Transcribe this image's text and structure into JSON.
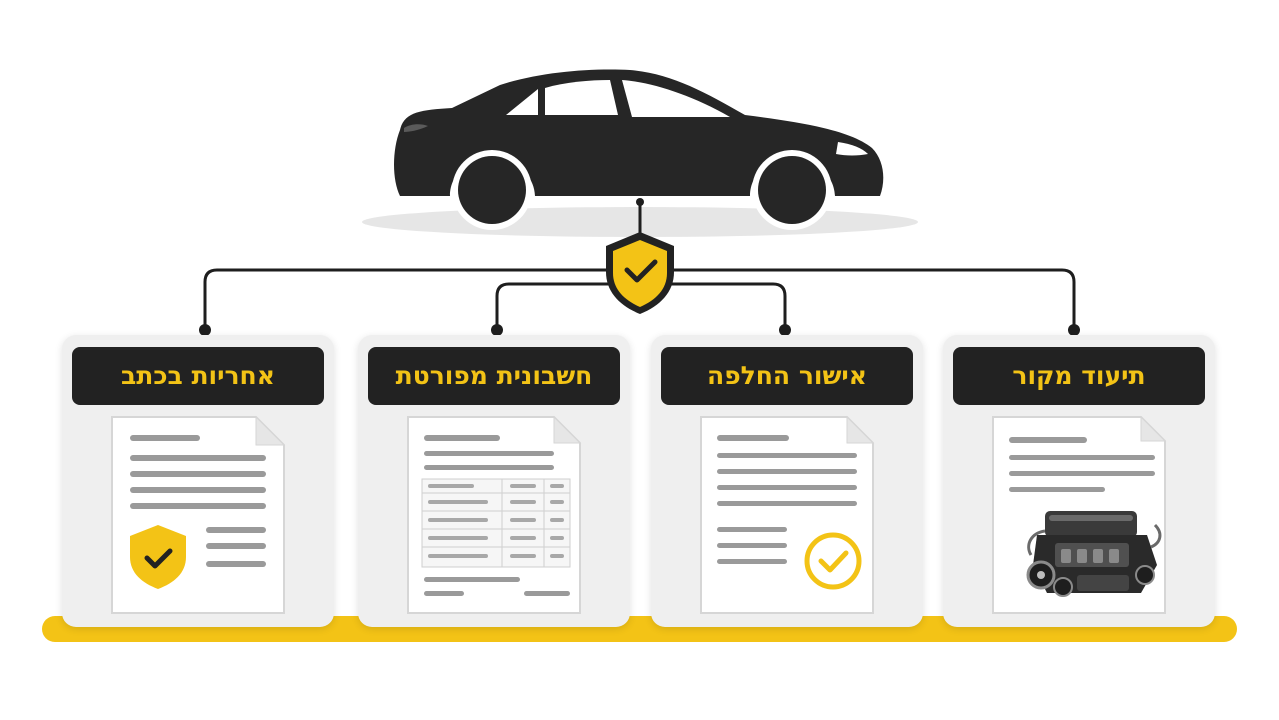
{
  "diagram": {
    "cards": [
      {
        "id": "written-warranty",
        "label": "אחריות בכתב"
      },
      {
        "id": "detailed-invoice",
        "label": "חשבונית מפורטת"
      },
      {
        "id": "replacement-approval",
        "label": "אישור החלפה"
      },
      {
        "id": "origin-documentation",
        "label": "תיעוד מקור"
      }
    ],
    "colors": {
      "accent": "#f3c316",
      "dark": "#222222",
      "card_bg": "#efefef",
      "connector": "#1e1e1e"
    },
    "icons": {
      "hub": "shield-check-icon",
      "car": "car-silhouette-icon",
      "warranty": "shield-check-icon",
      "approval": "circle-check-icon",
      "origin": "engine-icon"
    }
  }
}
